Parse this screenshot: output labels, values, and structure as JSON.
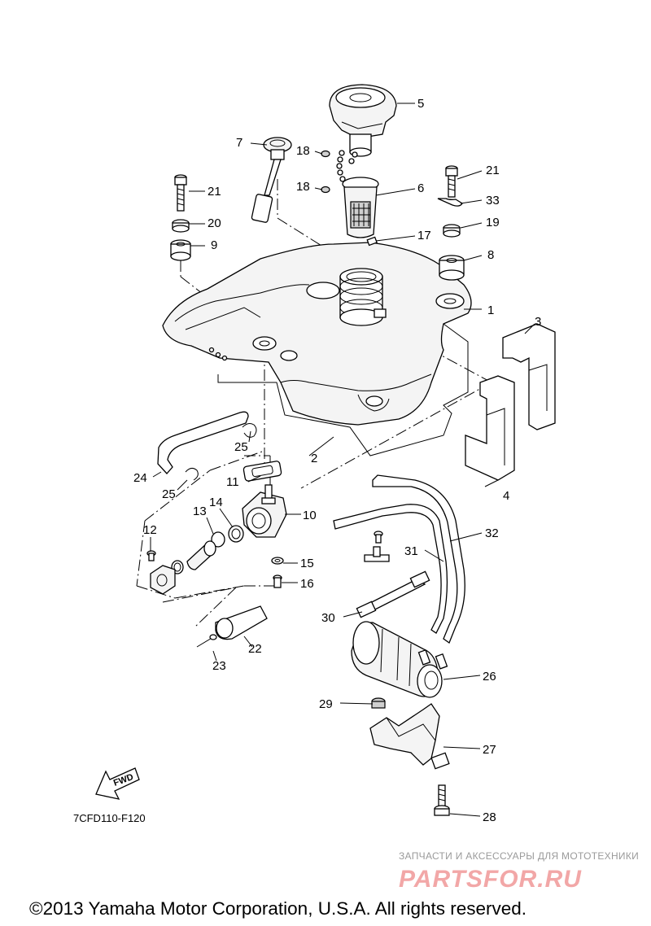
{
  "diagram": {
    "diagram_code": "7CFD110-F120",
    "fwd_label": "FWD",
    "copyright": "©2013 Yamaha Motor Corporation, U.S.A. All rights reserved.",
    "watermark": {
      "tagline": "ЗАПЧАСТИ И АКСЕССУАРЫ ДЛЯ МОТОТЕХНИКИ",
      "logo": "PARTSFOR.RU"
    },
    "callouts": [
      {
        "id": "c1",
        "label": "1"
      },
      {
        "id": "c2",
        "label": "2"
      },
      {
        "id": "c3",
        "label": "3"
      },
      {
        "id": "c4",
        "label": "4"
      },
      {
        "id": "c5",
        "label": "5"
      },
      {
        "id": "c6",
        "label": "6"
      },
      {
        "id": "c7",
        "label": "7"
      },
      {
        "id": "c8",
        "label": "8"
      },
      {
        "id": "c9",
        "label": "9"
      },
      {
        "id": "c10",
        "label": "10"
      },
      {
        "id": "c11",
        "label": "11"
      },
      {
        "id": "c12",
        "label": "12"
      },
      {
        "id": "c13",
        "label": "13"
      },
      {
        "id": "c14",
        "label": "14"
      },
      {
        "id": "c15",
        "label": "15"
      },
      {
        "id": "c16",
        "label": "16"
      },
      {
        "id": "c17",
        "label": "17"
      },
      {
        "id": "c18a",
        "label": "18"
      },
      {
        "id": "c18b",
        "label": "18"
      },
      {
        "id": "c19",
        "label": "19"
      },
      {
        "id": "c20",
        "label": "20"
      },
      {
        "id": "c21a",
        "label": "21"
      },
      {
        "id": "c21b",
        "label": "21"
      },
      {
        "id": "c22",
        "label": "22"
      },
      {
        "id": "c23",
        "label": "23"
      },
      {
        "id": "c24",
        "label": "24"
      },
      {
        "id": "c25a",
        "label": "25"
      },
      {
        "id": "c25b",
        "label": "25"
      },
      {
        "id": "c26",
        "label": "26"
      },
      {
        "id": "c27",
        "label": "27"
      },
      {
        "id": "c28",
        "label": "28"
      },
      {
        "id": "c29",
        "label": "29"
      },
      {
        "id": "c30",
        "label": "30"
      },
      {
        "id": "c31",
        "label": "31"
      },
      {
        "id": "c32",
        "label": "32"
      },
      {
        "id": "c33",
        "label": "33"
      }
    ]
  }
}
